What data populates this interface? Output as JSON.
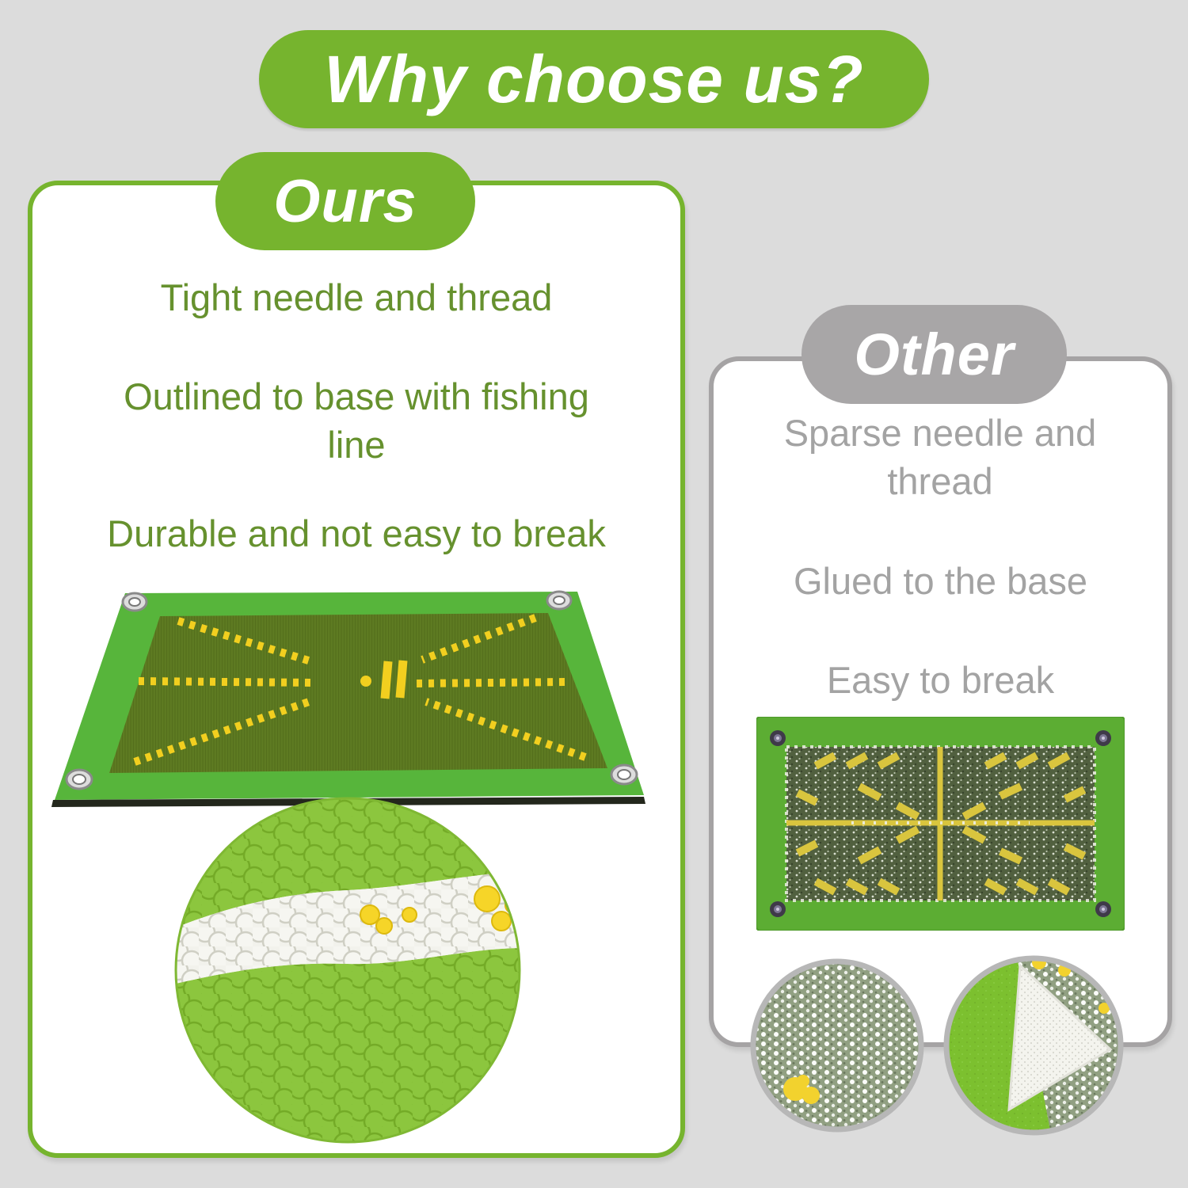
{
  "title": {
    "text": "Why choose us?"
  },
  "panels": {
    "ours": {
      "label": "Ours",
      "points": [
        "Tight needle and thread",
        "Outlined to base with fishing line",
        "Durable and not easy to break"
      ]
    },
    "other": {
      "label": "Other",
      "points": [
        "Sparse needle and thread",
        "Glued to the base",
        "Easy to break"
      ]
    }
  },
  "images": {
    "ours_mat": "golf-swing-training-mat-angled-view",
    "ours_detail": "tight-sequin-rows-closeup",
    "other_mat": "competitor-mat-top-view",
    "other_detail_1": "sparse-stitching-closeup",
    "other_detail_2": "peeled-corner-glued-backing-closeup"
  },
  "colors": {
    "background": "#dcdcdc",
    "brand_green": "#76b42e",
    "text_green": "#66912e",
    "neutral_gray": "#a8a6a7",
    "text_gray": "#a3a3a3",
    "mat_yellow": "#f2cf1f"
  }
}
